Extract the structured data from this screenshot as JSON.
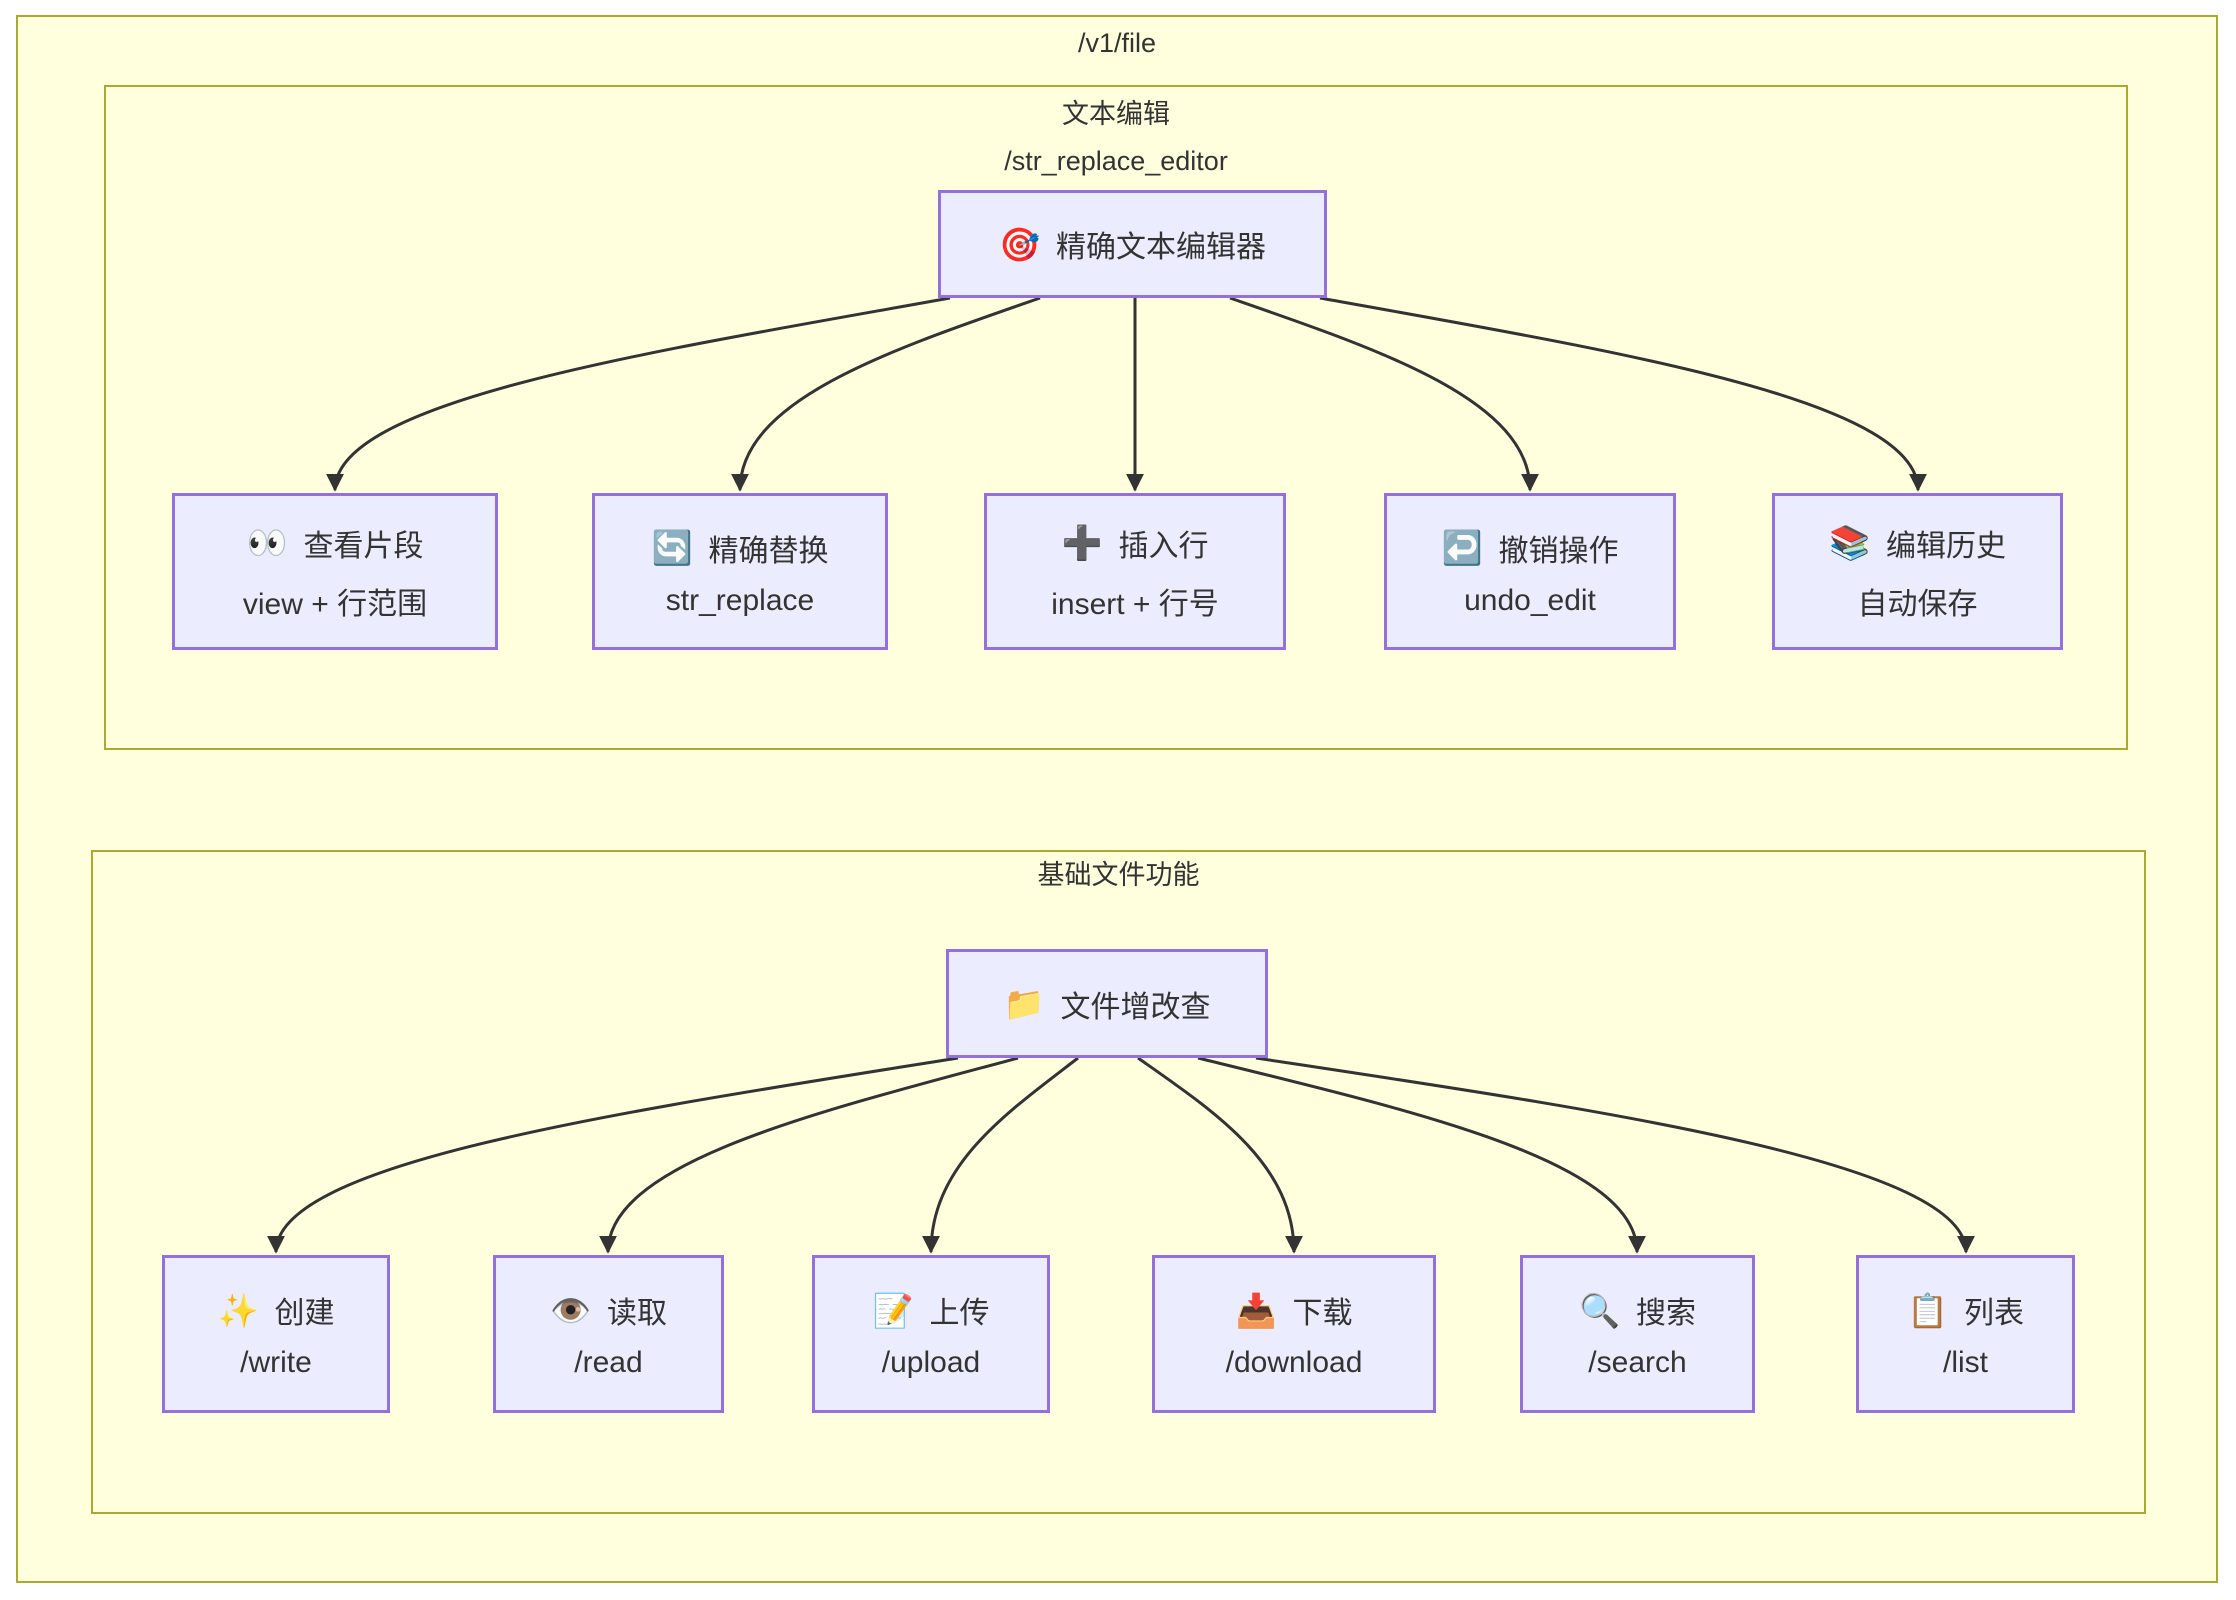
{
  "diagram": {
    "title": "/v1/file",
    "colors": {
      "cluster_fill": "#ffffde",
      "cluster_border": "#aaaa33",
      "node_fill": "#ECECFF",
      "node_border": "#9370DB",
      "edge": "#333333",
      "text": "#333333"
    },
    "groups": [
      {
        "title_lines": [
          "文本编辑",
          "/str_replace_editor"
        ],
        "root": {
          "icon": "🎯",
          "icon_name": "target-icon",
          "label": "精确文本编辑器"
        },
        "children": [
          {
            "icon": "👀",
            "icon_name": "eyes-icon",
            "label": "查看片段",
            "sub": "view + 行范围"
          },
          {
            "icon": "🔄",
            "icon_name": "arrows-cycle-icon",
            "label": "精确替换",
            "sub": "str_replace"
          },
          {
            "icon": "➕",
            "icon_name": "plus-icon",
            "label": "插入行",
            "sub": "insert + 行号"
          },
          {
            "icon": "↩️",
            "icon_name": "undo-arrow-icon",
            "label": "撤销操作",
            "sub": "undo_edit"
          },
          {
            "icon": "📚",
            "icon_name": "books-icon",
            "label": "编辑历史",
            "sub": "自动保存"
          }
        ]
      },
      {
        "title_lines": [
          "基础文件功能"
        ],
        "root": {
          "icon": "📁",
          "icon_name": "folder-icon",
          "label": "文件增改查"
        },
        "children": [
          {
            "icon": "✨",
            "icon_name": "sparkles-icon",
            "label": "创建",
            "sub": "/write"
          },
          {
            "icon": "👁️",
            "icon_name": "eye-icon",
            "label": "读取",
            "sub": "/read"
          },
          {
            "icon": "📝",
            "icon_name": "memo-icon",
            "label": "上传",
            "sub": "/upload"
          },
          {
            "icon": "📥",
            "icon_name": "inbox-download-icon",
            "label": "下载",
            "sub": "/download"
          },
          {
            "icon": "🔍",
            "icon_name": "magnifier-icon",
            "label": "搜索",
            "sub": "/search"
          },
          {
            "icon": "📋",
            "icon_name": "clipboard-icon",
            "label": "列表",
            "sub": "/list"
          }
        ]
      }
    ]
  }
}
